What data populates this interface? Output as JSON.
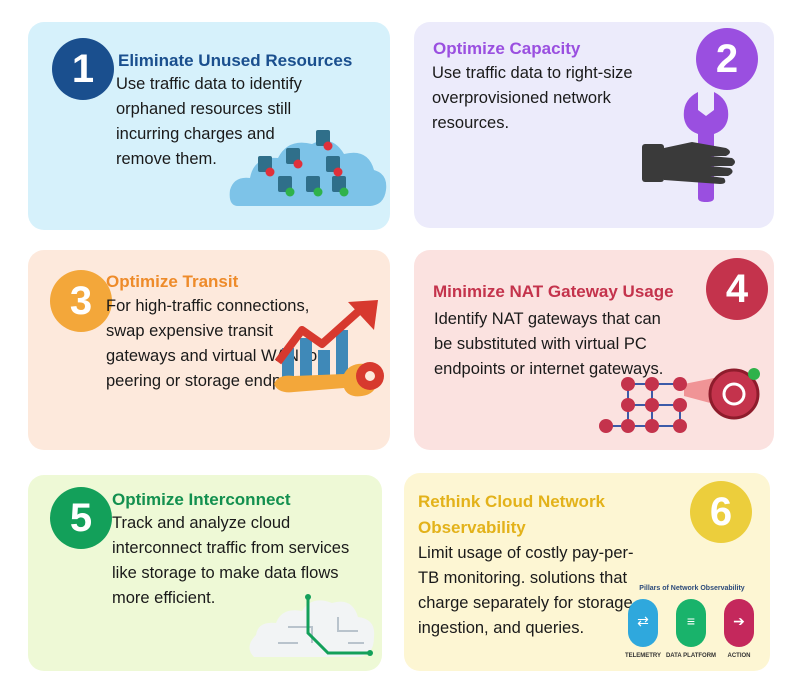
{
  "cards": [
    {
      "number": "1",
      "title": "Eliminate Unused Resources",
      "body": "Use traffic data to identify orphaned resources still incurring charges and remove them.",
      "colors": {
        "bg": "#d6f1fb",
        "badge": "#1a4f8e",
        "title": "#1a4f8e"
      },
      "icon": "cloud-servers-icon"
    },
    {
      "number": "2",
      "title": "Optimize Capacity",
      "body": "Use traffic data to right-size overprovisioned network resources.",
      "colors": {
        "bg": "#ecebfb",
        "badge": "#9a4fe0",
        "title": "#9a4fe0"
      },
      "icon": "wrench-hand-icon"
    },
    {
      "number": "3",
      "title": "Optimize Transit",
      "body": "For high-traffic connections, swap expensive transit gateways and virtual WAN for peering or storage endpoints.",
      "colors": {
        "bg": "#fde9dc",
        "badge": "#f3a73a",
        "title": "#ee8b2a"
      },
      "icon": "growth-wrench-icon"
    },
    {
      "number": "4",
      "title": "Minimize NAT Gateway Usage",
      "body": "Identify NAT gateways that can be substituted with virtual PC endpoints or internet gateways.",
      "colors": {
        "bg": "#fbe2e0",
        "badge": "#c4334c",
        "title": "#c4334c"
      },
      "icon": "nat-gateway-network-icon"
    },
    {
      "number": "5",
      "title": "Optimize Interconnect",
      "body": "Track and analyze cloud interconnect traffic from services like storage to make data flows more efficient.",
      "colors": {
        "bg": "#eef9d6",
        "badge": "#13a05a",
        "title": "#13904f"
      },
      "icon": "cloud-circuit-icon"
    },
    {
      "number": "6",
      "title": "Rethink Cloud Network Observability",
      "body": "Limit usage of costly pay-per-TB monitoring. solutions that charge separately for storage, ingestion, and queries.",
      "colors": {
        "bg": "#fdf6d3",
        "badge": "#ecce3c",
        "title": "#e3b21a"
      },
      "icon": "observability-pillars-icon"
    }
  ],
  "pillars": {
    "heading": "Pillars of Network Observability",
    "items": [
      {
        "label": "TELEMETRY",
        "color": "#2fa8dd",
        "icon": "shuffle-icon"
      },
      {
        "label": "DATA PLATFORM",
        "color": "#19b36b",
        "icon": "layers-icon"
      },
      {
        "label": "ACTION",
        "color": "#c4285c",
        "icon": "arrow-circle-icon"
      }
    ]
  }
}
